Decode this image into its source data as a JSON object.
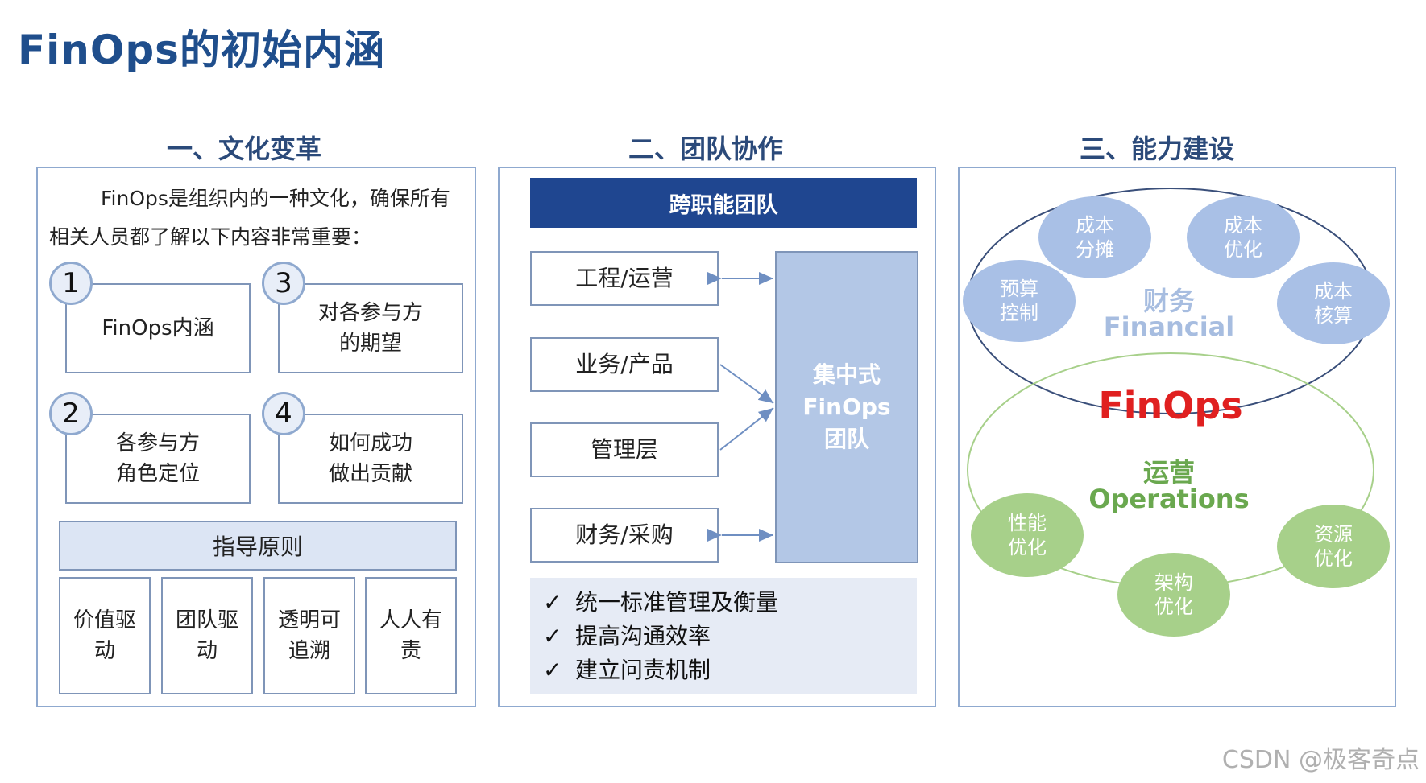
{
  "page_title": "FinOps的初始内涵",
  "sections": {
    "culture": {
      "title": "一、文化变革",
      "intro": "FinOps是组织内的一种文化，确保所有相关人员都了解以下内容非常重要：",
      "items": [
        {
          "num": "1",
          "text": "FinOps内涵"
        },
        {
          "num": "3",
          "text": "对各参与方\n的期望"
        },
        {
          "num": "2",
          "text": "各参与方\n角色定位"
        },
        {
          "num": "4",
          "text": "如何成功\n做出贡献"
        }
      ],
      "guide_title": "指导原则",
      "principles": [
        "价值驱\n动",
        "团队驱\n动",
        "透明可\n追溯",
        "人人有\n责"
      ]
    },
    "team": {
      "title": "二、团队协作",
      "header": "跨职能团队",
      "roles": [
        "工程/运营",
        "业务/产品",
        "管理层",
        "财务/采购"
      ],
      "central": "集中式\nFinOps\n团队",
      "checks": [
        "统一标准管理及衡量",
        "提高沟通效率",
        "建立问责机制"
      ],
      "check_mark": "✓"
    },
    "capability": {
      "title": "三、能力建设",
      "financial_cn": "财务",
      "financial_en": "Financial",
      "center": "FinOps",
      "operations_cn": "运营",
      "operations_en": "Operations",
      "financial_bubbles": [
        "成本\n分摊",
        "成本\n优化",
        "预算\n控制",
        "成本\n核算"
      ],
      "operations_bubbles": [
        "性能\n优化",
        "资源\n优化",
        "架构\n优化"
      ]
    }
  },
  "watermark": "CSDN @极客奇点",
  "colors": {
    "title": "#1f4e8c",
    "team_header": "#1f4690",
    "central": "#b3c7e6",
    "blue_bubble": "#a9c0e6",
    "green_bubble": "#a7d08a",
    "finops_red": "#e02020"
  }
}
